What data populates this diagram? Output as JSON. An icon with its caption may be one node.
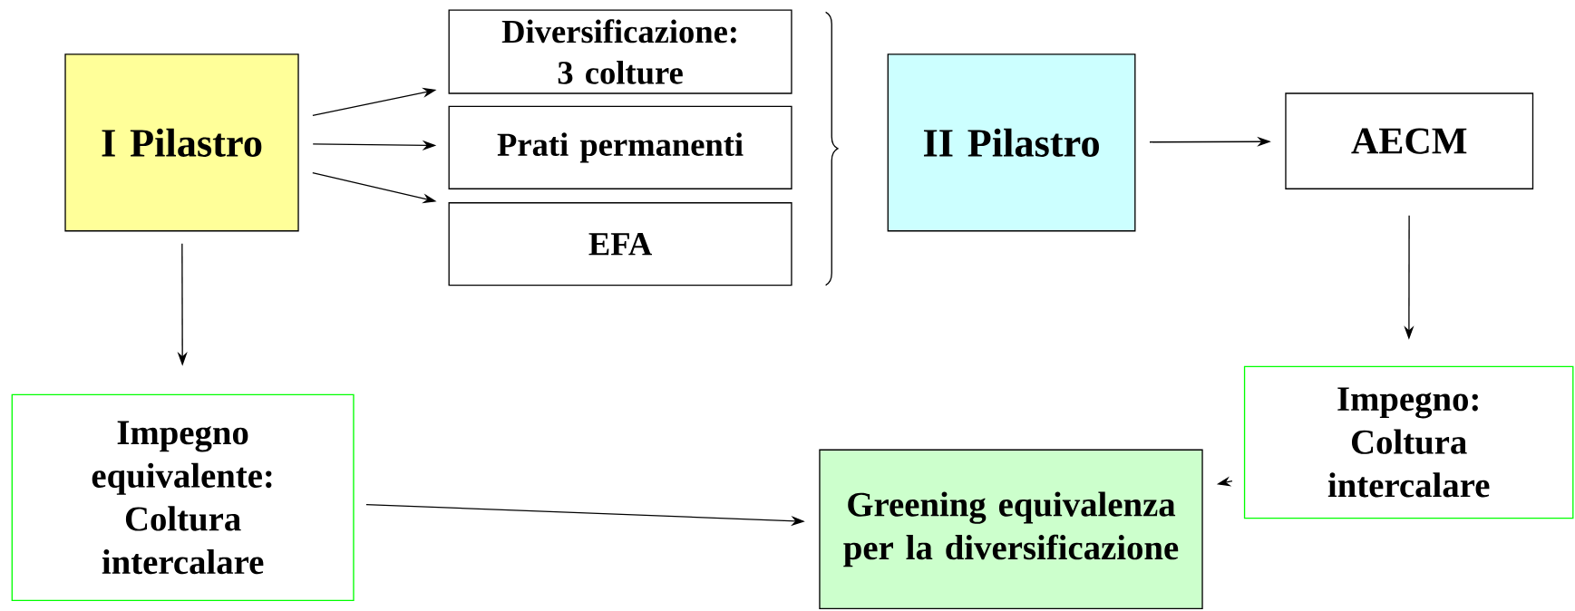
{
  "diagram": {
    "nodes": [
      {
        "text": [
          "I Pilastro"
        ]
      },
      {
        "text": [
          "Diversificazione: 3 colture"
        ]
      },
      {
        "text": [
          "Prati permanenti"
        ]
      },
      {
        "text": [
          "EFA"
        ]
      },
      {
        "text": [
          "II Pilastro"
        ]
      },
      {
        "text": [
          "AECM"
        ]
      },
      {
        "text": [
          "Impegno equivalente: Coltura intercalare"
        ]
      },
      {
        "text": [
          "Greening equivalenza per la diversificazione"
        ]
      },
      {
        "text": [
          "Impegno: Coltura intercalare"
        ]
      }
    ],
    "edges": [
      {
        "from": 0,
        "to": 1,
        "arrow": "to"
      },
      {
        "from": 0,
        "to": 2,
        "arrow": "to"
      },
      {
        "from": 0,
        "to": 3,
        "arrow": "to"
      },
      {
        "from": 0,
        "to": 6,
        "arrow": "to"
      },
      {
        "from": 4,
        "to": 5,
        "arrow": "to"
      },
      {
        "from": 5,
        "to": 8,
        "arrow": "to"
      },
      {
        "from": 6,
        "to": 7,
        "arrow": "to"
      },
      {
        "from": 8,
        "to": 7,
        "arrow": "to"
      }
    ]
  }
}
